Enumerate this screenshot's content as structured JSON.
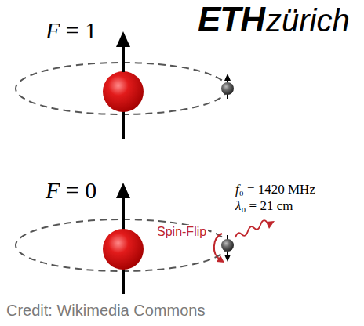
{
  "diagram": {
    "labels": [
      "ETH",
      "zürich",
      "F = 1",
      "F = 0",
      "f₀ = 1420 MHz",
      "λ₀ = 21 cm",
      "Spin-Flip",
      "Credit: Wikimedia Commons"
    ]
  }
}
